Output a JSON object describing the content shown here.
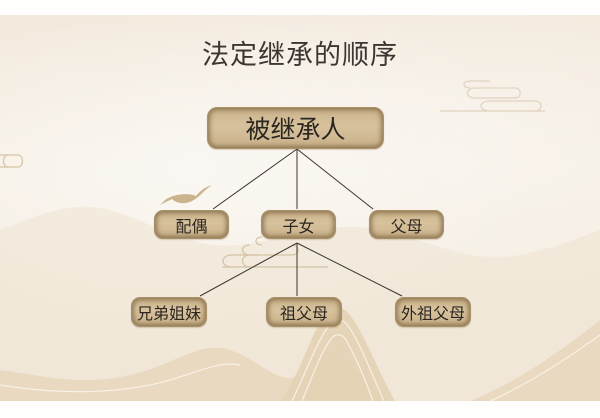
{
  "title": "法定继承的顺序",
  "root": {
    "label": "被继承人"
  },
  "level1": [
    {
      "label": "配偶"
    },
    {
      "label": "子女"
    },
    {
      "label": "父母"
    }
  ],
  "level2": [
    {
      "label": "兄弟姐妹"
    },
    {
      "label": "祖父母"
    },
    {
      "label": "外祖父母"
    }
  ],
  "edges": [
    {
      "from": "被继承人",
      "to": "配偶"
    },
    {
      "from": "被继承人",
      "to": "子女"
    },
    {
      "from": "被继承人",
      "to": "父母"
    },
    {
      "from": "子女",
      "to": "兄弟姐妹"
    },
    {
      "from": "子女",
      "to": "祖父母"
    },
    {
      "from": "子女",
      "to": "外祖父母"
    }
  ],
  "colors": {
    "background": "#f3ebdf",
    "node_fill": "#d2bc96",
    "node_border": "#a99066",
    "text": "#2b2620",
    "line": "#3a3530"
  }
}
